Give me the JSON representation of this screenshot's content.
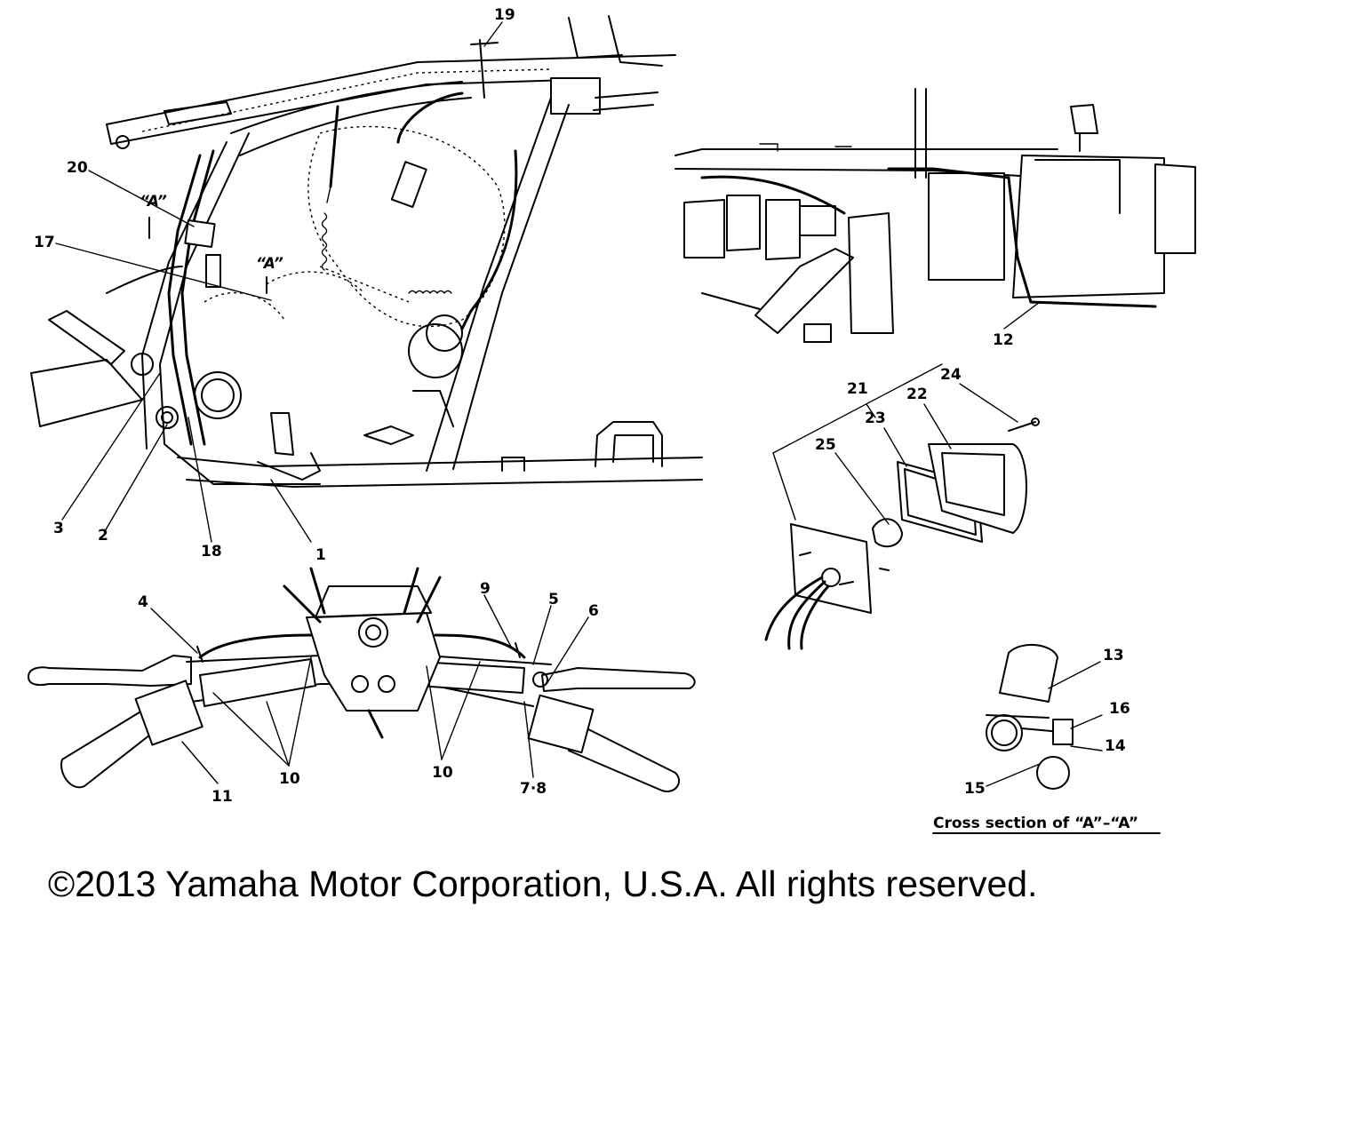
{
  "callouts": {
    "c1": "1",
    "c2": "2",
    "c3": "3",
    "c4": "4",
    "c5": "5",
    "c6": "6",
    "c7_8": "7·8",
    "c9": "9",
    "c10a": "10",
    "c10b": "10",
    "c11": "11",
    "c12": "12",
    "c13": "13",
    "c14": "14",
    "c15": "15",
    "c16": "16",
    "c17": "17",
    "c18": "18",
    "c19": "19",
    "c20": "20",
    "c21": "21",
    "c22": "22",
    "c23": "23",
    "c24": "24",
    "c25": "25"
  },
  "section_marks": {
    "upper": "“A”",
    "lower": "“A”"
  },
  "cross_section_caption": "Cross section of “A”–“A”",
  "copyright": "©2013 Yamaha Motor Corporation, U.S.A. All rights reserved."
}
